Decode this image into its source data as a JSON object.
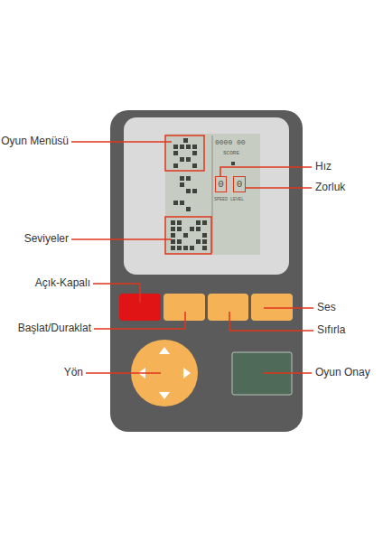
{
  "diagram": {
    "nodes": [
      {
        "text": [
          "0"
        ]
      },
      {
        "text": [
          "0"
        ]
      }
    ],
    "labels": [
      "Oyun Menüsü",
      "Seviyeler",
      "Açık-Kapalı",
      "Başlat/Duraklat",
      "Yön",
      "Hız",
      "Zorluk",
      "Ses",
      "Sıfırla",
      "Oyun Onay",
      "0000 00",
      "SCORE",
      "SPEED LEVEL"
    ]
  }
}
